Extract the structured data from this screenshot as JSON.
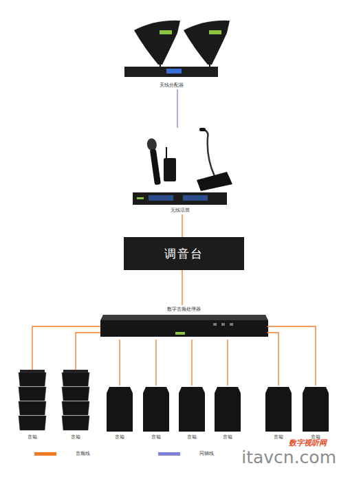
{
  "diagram": {
    "nodes": [
      {
        "text": [
          "天线分配器"
        ]
      },
      {
        "text": [
          "无线话筒"
        ]
      },
      {
        "text": [
          "调音台"
        ]
      },
      {
        "text": [
          "数字音频处理器"
        ]
      },
      {
        "text": [
          "音箱"
        ]
      },
      {
        "text": [
          "音箱"
        ]
      },
      {
        "text": [
          "音箱"
        ]
      },
      {
        "text": [
          "音箱"
        ]
      },
      {
        "text": [
          "音箱"
        ]
      },
      {
        "text": [
          "音箱"
        ]
      },
      {
        "text": [
          "音箱"
        ]
      },
      {
        "text": [
          "音箱"
        ]
      }
    ],
    "edges": [
      {
        "from": 0,
        "to": 1,
        "arrow": "none"
      },
      {
        "from": 1,
        "to": 2,
        "arrow": "none"
      },
      {
        "from": 2,
        "to": 3,
        "arrow": "none"
      },
      {
        "from": 3,
        "to": 4,
        "arrow": "none"
      },
      {
        "from": 3,
        "to": 5,
        "arrow": "none"
      },
      {
        "from": 3,
        "to": 6,
        "arrow": "none"
      },
      {
        "from": 3,
        "to": 7,
        "arrow": "none"
      },
      {
        "from": 3,
        "to": 8,
        "arrow": "none"
      },
      {
        "from": 3,
        "to": 9,
        "arrow": "none"
      },
      {
        "from": 3,
        "to": 10,
        "arrow": "none"
      },
      {
        "from": 3,
        "to": 11,
        "arrow": "none"
      }
    ],
    "labels": [
      "数字视听网",
      "itavcn.com"
    ],
    "legend": [
      {
        "text": "音频线",
        "color": "#f07a22"
      },
      {
        "text": "同轴线",
        "color": "#7f80d8"
      }
    ]
  }
}
